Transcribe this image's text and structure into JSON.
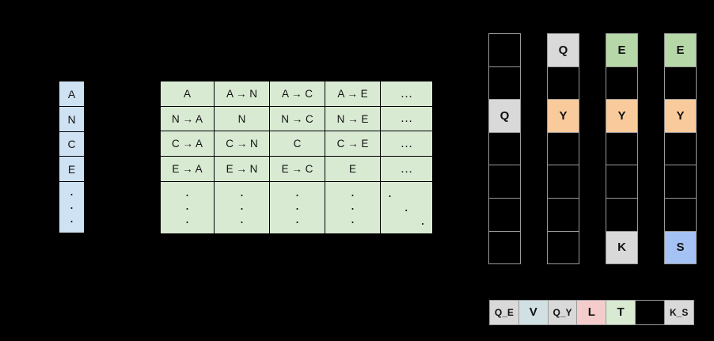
{
  "palette": {
    "background": "#000000",
    "query_fill": "#cfe2f3",
    "matrix_fill": "#d9ead3",
    "matrix_border": "#000000",
    "grid_border": "#9a9a9a",
    "gray_fill": "#d9d9d9",
    "orange_fill": "#f9cb9c",
    "green_fill": "#b6d7a8",
    "blue_fill": "#a4c2f4",
    "cyan_fill": "#d0e0e3",
    "pink_fill": "#f4cccc",
    "light_green_fill": "#d9ead3",
    "text": "#111111"
  },
  "query_column": {
    "cells": [
      "A",
      "N",
      "C",
      "E",
      "⋮"
    ]
  },
  "substitution_matrix": {
    "rows": [
      [
        "A",
        "A → N",
        "A → C",
        "A → E",
        "…"
      ],
      [
        "N → A",
        "N",
        "N → C",
        "N → E",
        "…"
      ],
      [
        "C → A",
        "C → N",
        "C",
        "C → E",
        "…"
      ],
      [
        "E → A",
        "E → N",
        "E → C",
        "E",
        "…"
      ],
      [
        "⋮",
        "⋮",
        "⋮",
        "⋮",
        "⋱"
      ]
    ]
  },
  "alignment_columns": {
    "columns": [
      {
        "cells": [
          {
            "label": "",
            "fill": ""
          },
          {
            "label": "",
            "fill": ""
          },
          {
            "label": "Q",
            "fill": "#d9d9d9"
          },
          {
            "label": "",
            "fill": ""
          },
          {
            "label": "",
            "fill": ""
          },
          {
            "label": "",
            "fill": ""
          },
          {
            "label": "",
            "fill": ""
          }
        ]
      },
      {
        "cells": [
          {
            "label": "Q",
            "fill": "#d9d9d9"
          },
          {
            "label": "",
            "fill": ""
          },
          {
            "label": "Y",
            "fill": "#f9cb9c"
          },
          {
            "label": "",
            "fill": ""
          },
          {
            "label": "",
            "fill": ""
          },
          {
            "label": "",
            "fill": ""
          },
          {
            "label": "",
            "fill": ""
          }
        ]
      },
      {
        "cells": [
          {
            "label": "E",
            "fill": "#b6d7a8"
          },
          {
            "label": "",
            "fill": ""
          },
          {
            "label": "Y",
            "fill": "#f9cb9c"
          },
          {
            "label": "",
            "fill": ""
          },
          {
            "label": "",
            "fill": ""
          },
          {
            "label": "",
            "fill": ""
          },
          {
            "label": "K",
            "fill": "#d9d9d9"
          }
        ]
      },
      {
        "cells": [
          {
            "label": "E",
            "fill": "#b6d7a8"
          },
          {
            "label": "",
            "fill": ""
          },
          {
            "label": "Y",
            "fill": "#f9cb9c"
          },
          {
            "label": "",
            "fill": ""
          },
          {
            "label": "",
            "fill": ""
          },
          {
            "label": "",
            "fill": ""
          },
          {
            "label": "S",
            "fill": "#a4c2f4"
          }
        ]
      }
    ]
  },
  "sequence_row": {
    "cells": [
      {
        "label": "Q_E",
        "fill": "#d9d9d9"
      },
      {
        "label": "V",
        "fill": "#d0e0e3"
      },
      {
        "label": "Q_Y",
        "fill": "#d9d9d9"
      },
      {
        "label": "L",
        "fill": "#f4cccc"
      },
      {
        "label": "T",
        "fill": "#d9ead3"
      },
      {
        "label": "",
        "fill": ""
      },
      {
        "label": "K_S",
        "fill": "#d9d9d9"
      }
    ]
  }
}
